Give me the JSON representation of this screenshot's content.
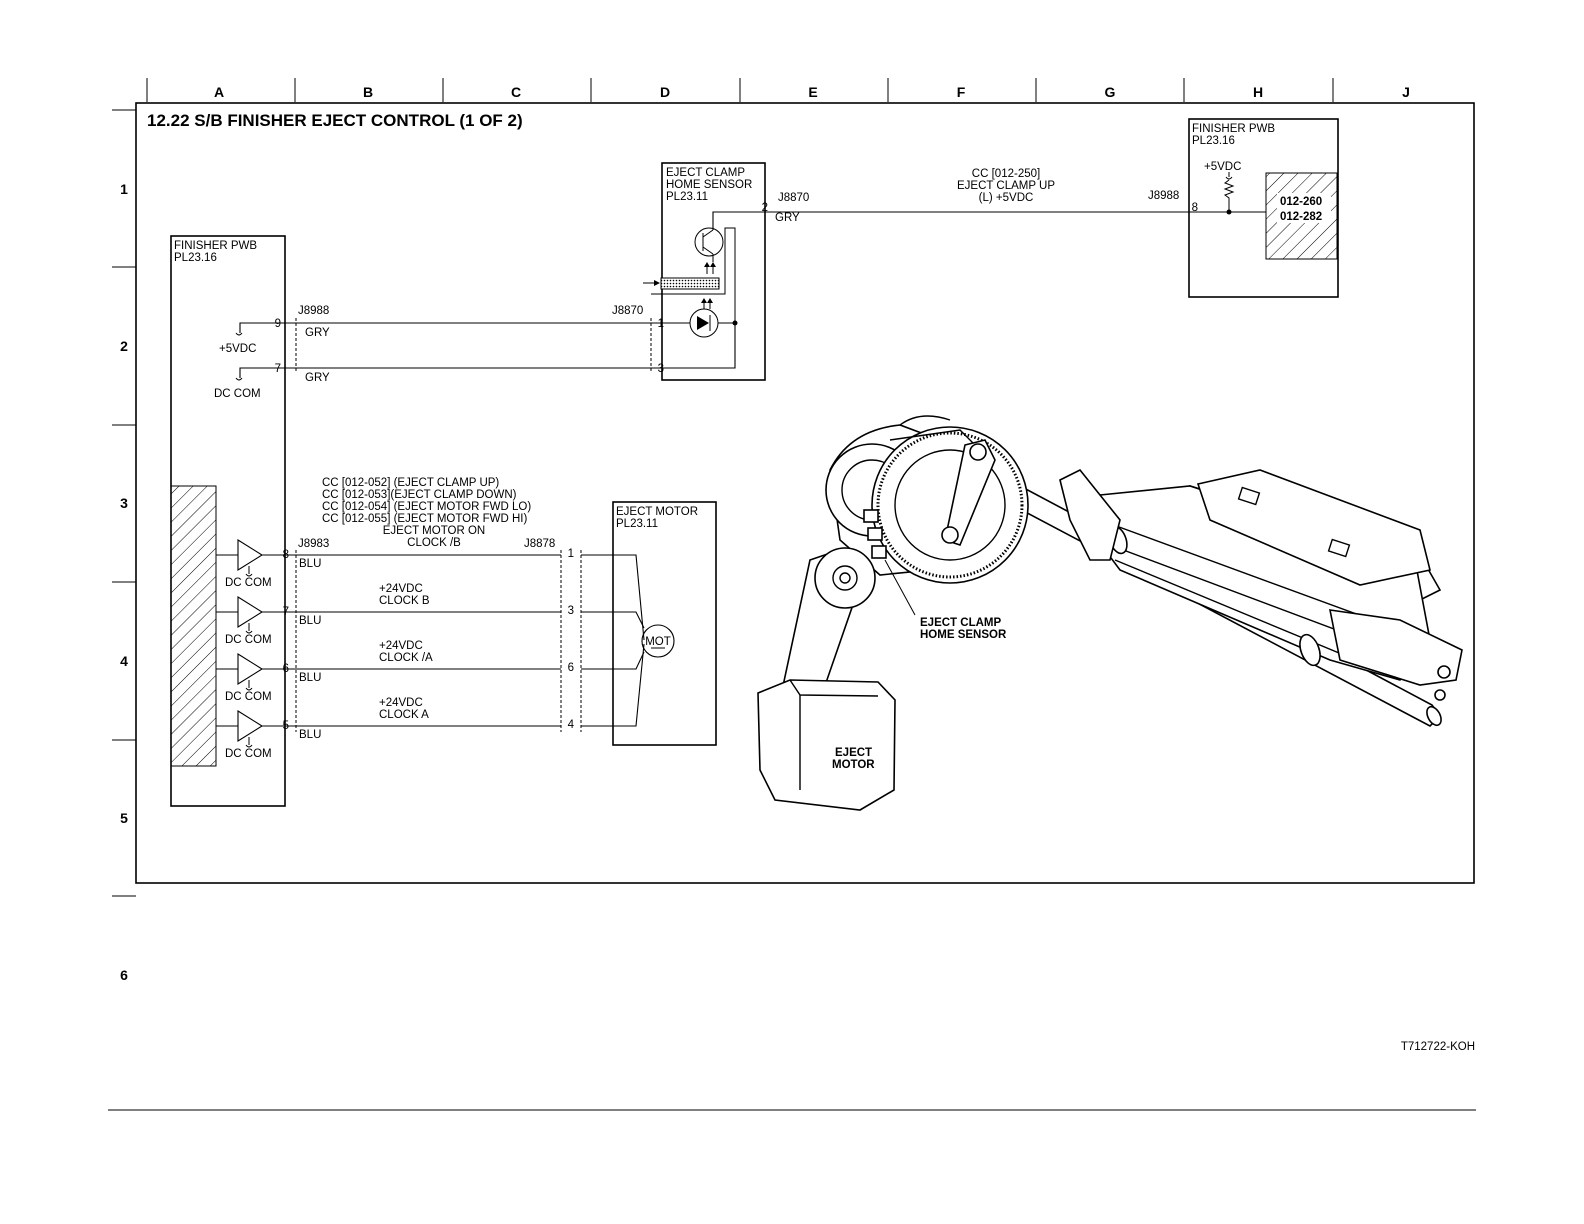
{
  "title": "12.22 S/B FINISHER EJECT CONTROL (1 OF 2)",
  "columns": [
    "A",
    "B",
    "C",
    "D",
    "E",
    "F",
    "G",
    "H",
    "J"
  ],
  "rows": [
    "1",
    "2",
    "3",
    "4",
    "5",
    "6"
  ],
  "ref_code": "T712722-KOH",
  "finisher_pwb_left": {
    "name": "FINISHER PWB",
    "pl": "PL23.16",
    "plus5": "+5VDC",
    "dccom": "DC COM",
    "driver_label": "DC COM"
  },
  "finisher_pwb_right": {
    "name": "FINISHER PWB",
    "pl": "PL23.16",
    "plus5": "+5VDC",
    "code1": "012-260",
    "code2": "012-282"
  },
  "sensor_box": {
    "line1": "EJECT CLAMP",
    "line2": "HOME SENSOR",
    "pl": "PL23.11"
  },
  "motor_box": {
    "line1": "EJECT MOTOR",
    "pl": "PL23.11",
    "mot": "MOT"
  },
  "connectors": {
    "j8988": "J8988",
    "j8870": "J8870",
    "j8983": "J8983",
    "j8878": "J8878"
  },
  "wire_colors": {
    "gry": "GRY",
    "blu": "BLU"
  },
  "pins": {
    "p9": "9",
    "p7": "7",
    "p8": "8",
    "p6": "6",
    "p5": "5",
    "s1": "1",
    "s2": "2",
    "s3": "3",
    "m1": "1",
    "m3": "3",
    "m6": "6",
    "m4": "4",
    "r8": "8"
  },
  "top_signal": {
    "line1": "CC [012-250]",
    "line2": "EJECT CLAMP UP",
    "line3": "(L) +5VDC"
  },
  "motor_signals": {
    "cc1": "CC [012-052] (EJECT CLAMP UP)",
    "cc2": "CC [012-053](EJECT CLAMP DOWN)",
    "cc3": "CC [012-054] (EJECT MOTOR FWD LO)",
    "cc4": "CC [012-055] (EJECT MOTOR FWD HI)",
    "on1": "EJECT MOTOR ON",
    "on2": "CLOCK /B",
    "v": "+24VDC",
    "clkB": "CLOCK B",
    "clkAn": "CLOCK /A",
    "clkA": "CLOCK A"
  },
  "callouts": {
    "sensor1": "EJECT CLAMP",
    "sensor2": "HOME SENSOR",
    "motor1": "EJECT",
    "motor2": "MOTOR"
  }
}
